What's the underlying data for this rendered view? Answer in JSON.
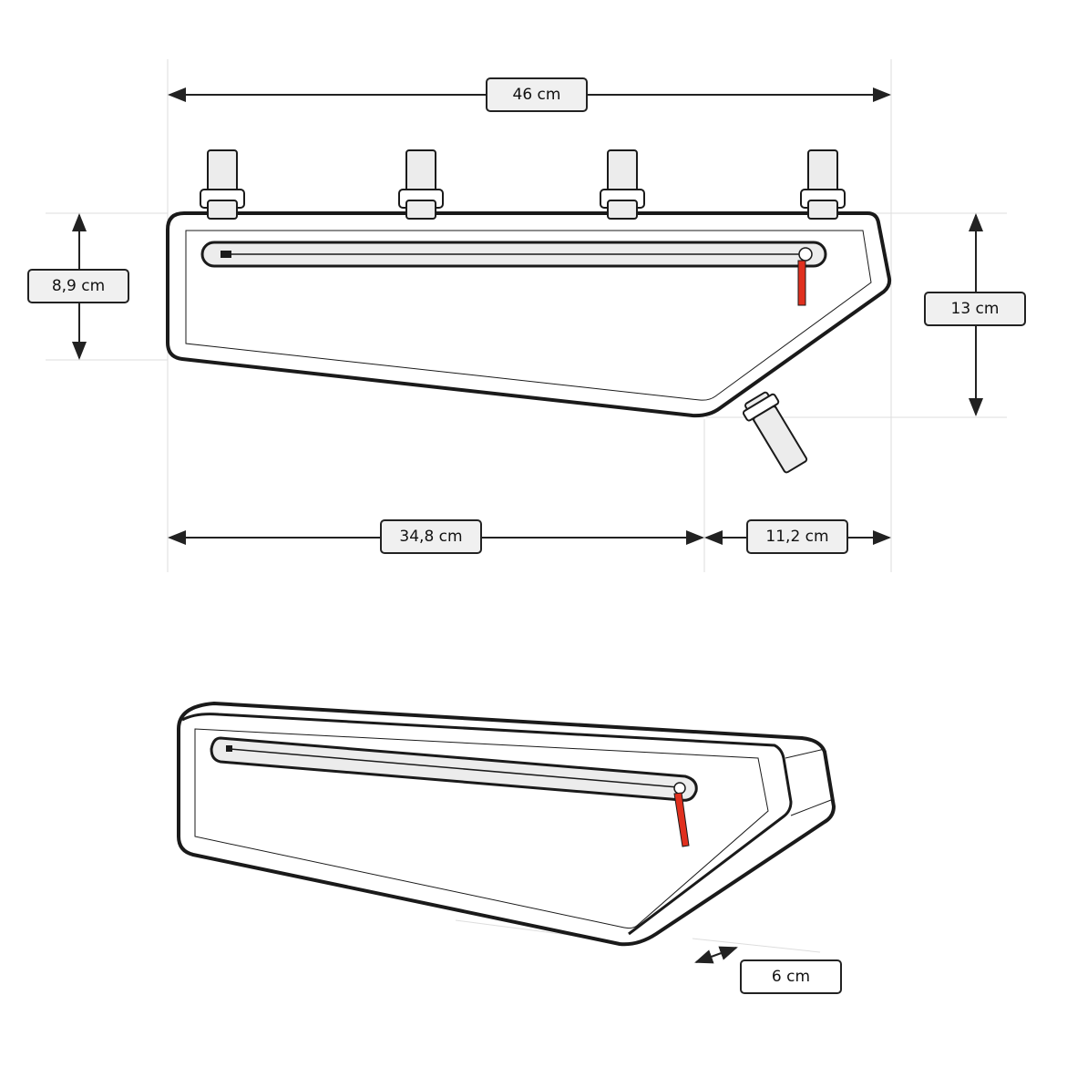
{
  "dimensions": {
    "total_length": "46 cm",
    "rear_height": "8,9 cm",
    "front_height": "13 cm",
    "bottom_length": "34,8 cm",
    "front_slope_length": "11,2 cm",
    "width": "6 cm"
  },
  "colors": {
    "outline": "#1a1a1a",
    "fill": "#ffffff",
    "strap": "#ececec",
    "zip_pull": "#e0301e",
    "label_bg": "#f0f0f0"
  }
}
